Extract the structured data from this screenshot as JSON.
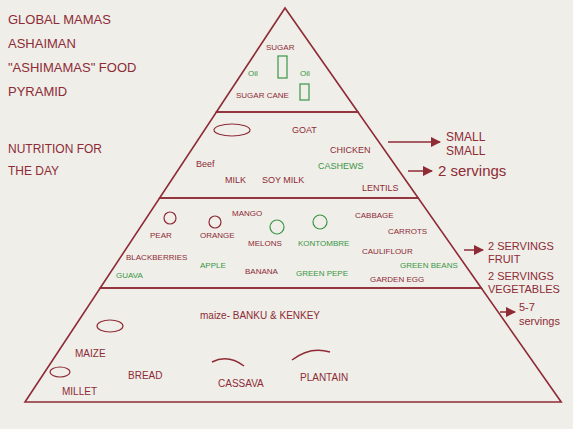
{
  "diagram": {
    "title": "GLOBAL MAMAS ASHAIMAN \"ASHIMAMAS\" FOOD PYRAMID",
    "nodes": [
      {
        "text": [
          "SUGAR",
          "Oil",
          "Oil",
          "SUGAR CANE"
        ]
      },
      {
        "text": [
          "Beef",
          "MILK",
          "SOY MILK",
          "GOAT",
          "CHICKEN",
          "CASHEWS",
          "LENTILS"
        ]
      },
      {
        "text": [
          "PEAR",
          "BLACKBERRIES",
          "GUAVA",
          "MANGO",
          "ORANGE",
          "MELONS",
          "APPLE",
          "BANANA",
          "KONTOMBRE",
          "GREEN PEPE",
          "CABBAGE",
          "CARROTS",
          "CAULIFLOUR",
          "GREEN BEANS",
          "GARDEN EGG"
        ]
      },
      {
        "text": [
          "MAIZE",
          "BREAD",
          "MILLET",
          "maize- BANKU & KENKEY",
          "CASSAVA",
          "PLANTAIN"
        ]
      }
    ],
    "labels": [
      "NUTRITION FOR THE DAY",
      "SMALL SMALL",
      "2 servings",
      "2 SERVINGS FRUIT",
      "2 SERVINGS VEGETABLES",
      "5-7 servings"
    ]
  }
}
